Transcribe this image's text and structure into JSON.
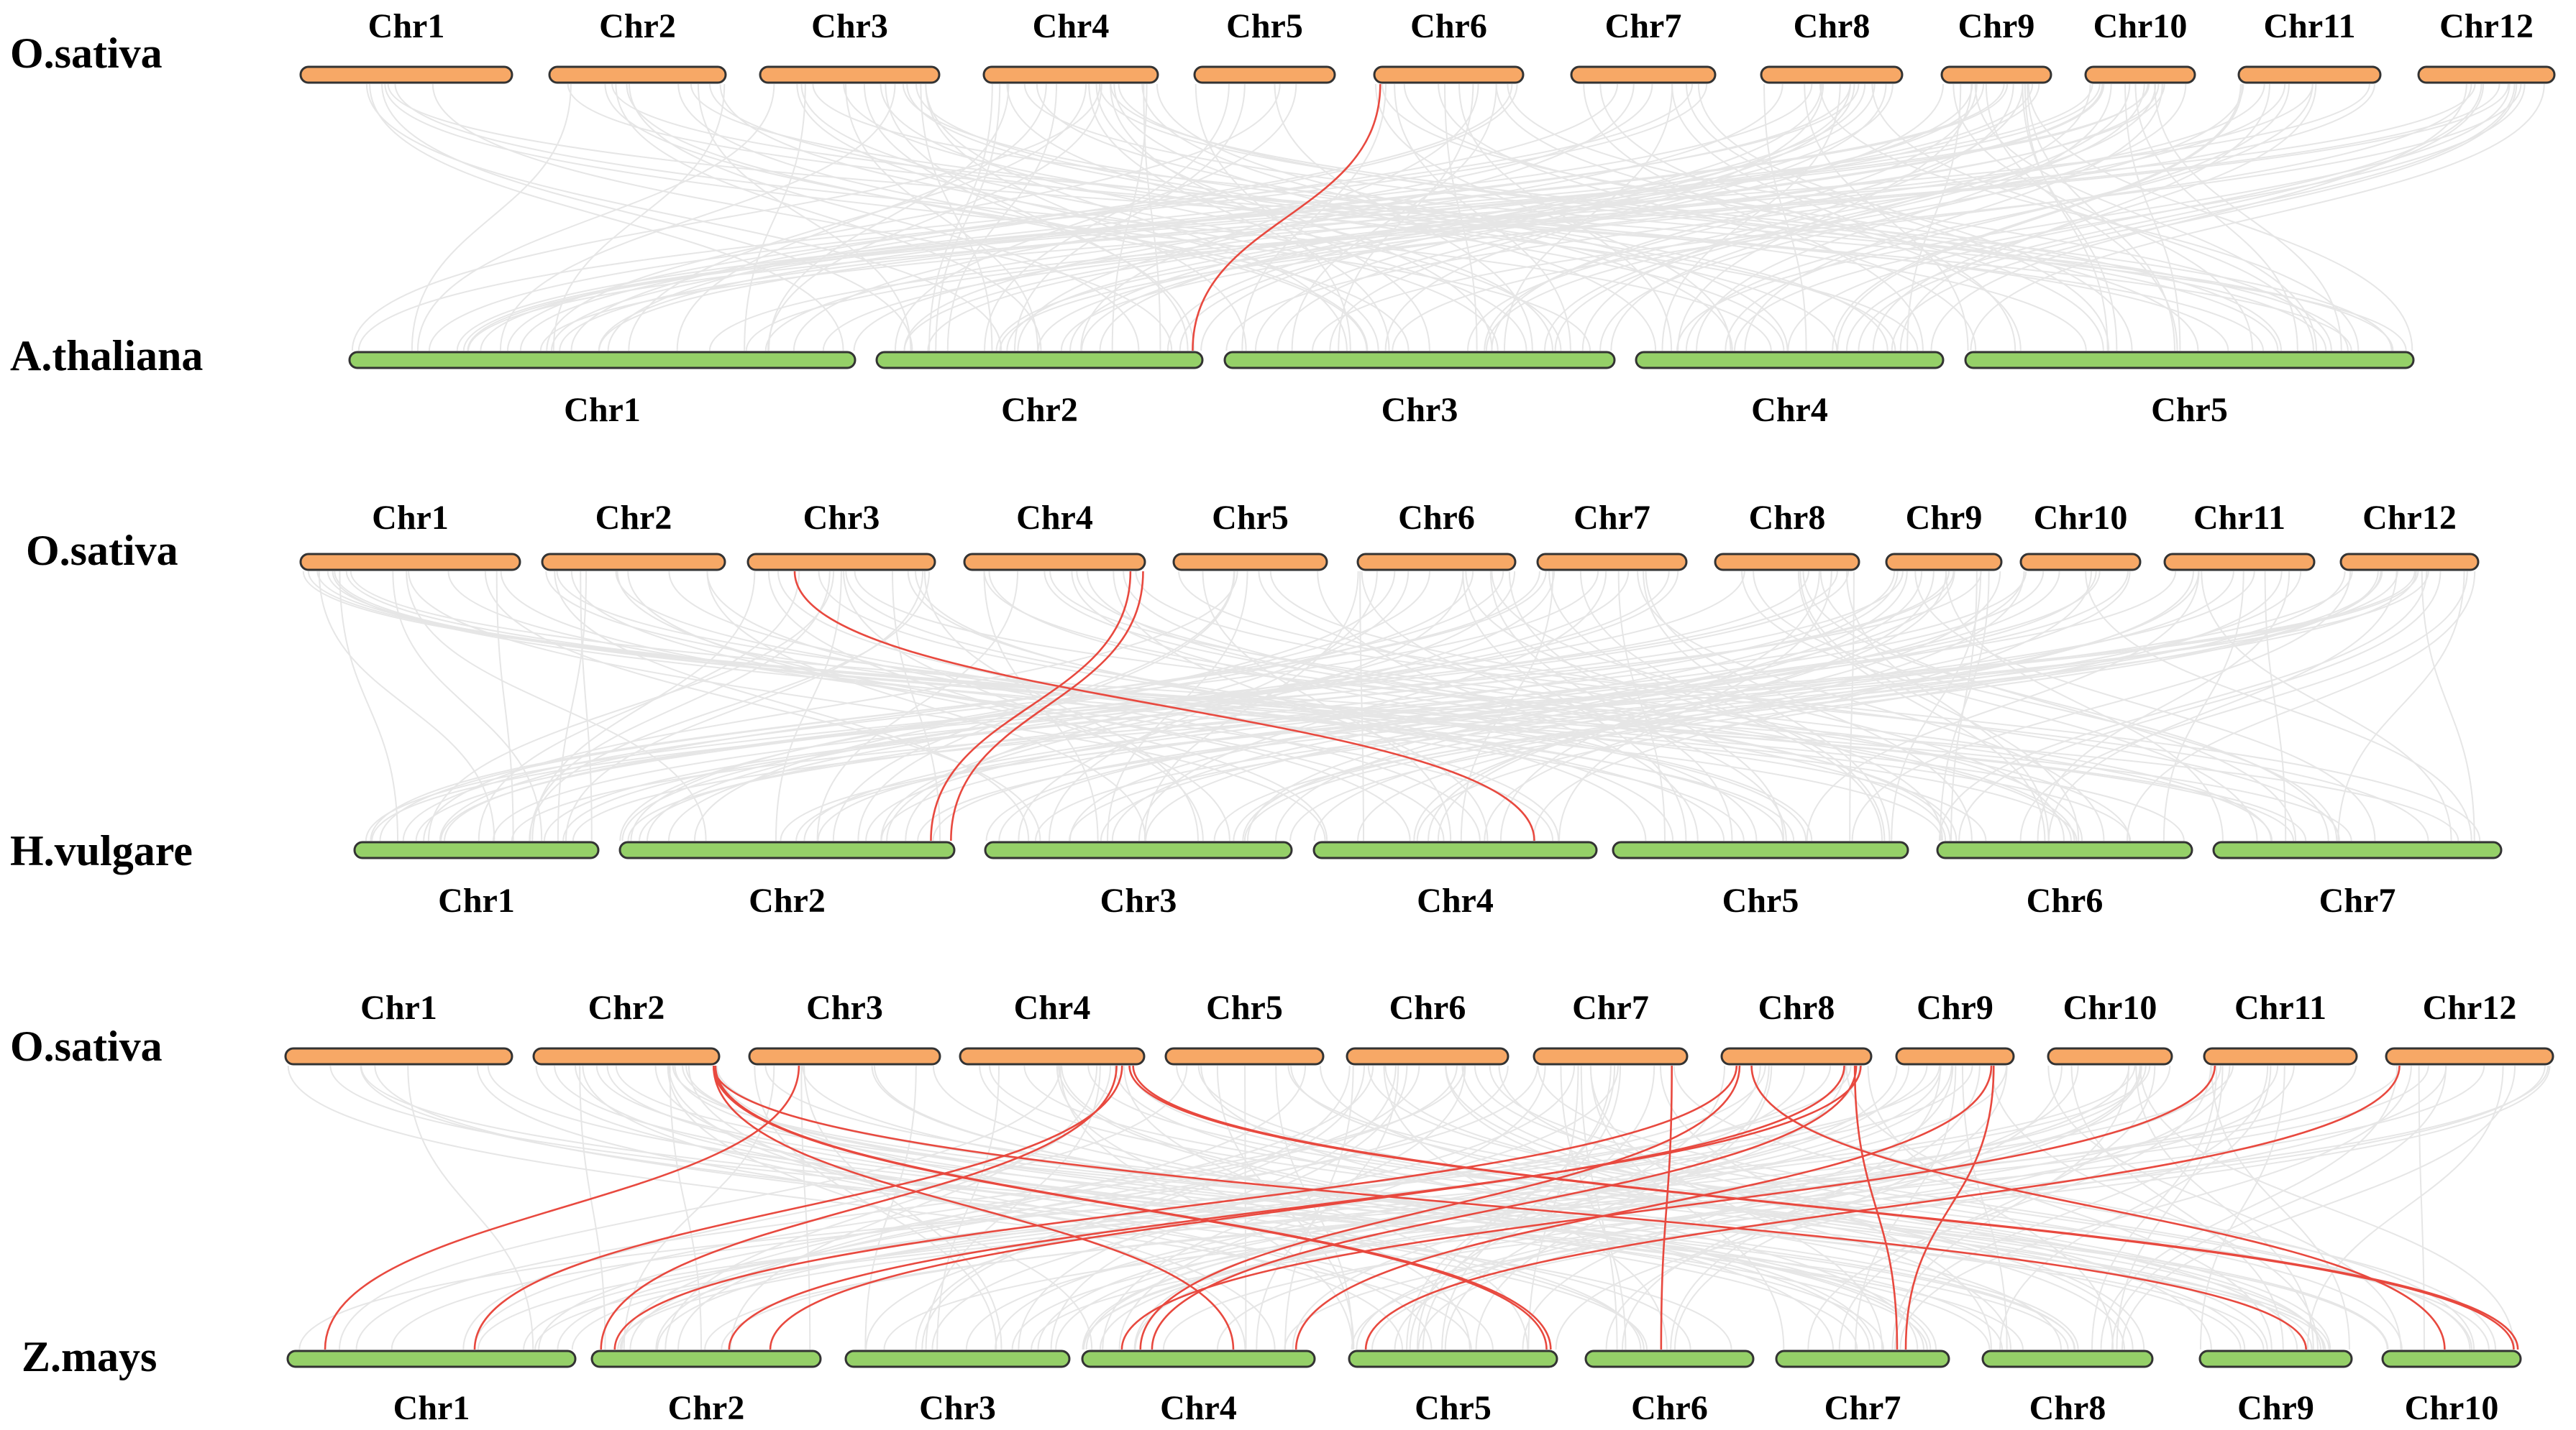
{
  "colors": {
    "rice": "#f7a866",
    "dicot_or_cereal": "#95d068",
    "highlight_link": "#e8493f",
    "background_link": "#e6e6e6"
  },
  "panels": [
    {
      "top_species": "O.sativa",
      "bottom_species": "A.thaliana",
      "top_chromosomes": [
        "Chr1",
        "Chr2",
        "Chr3",
        "Chr4",
        "Chr5",
        "Chr6",
        "Chr7",
        "Chr8",
        "Chr9",
        "Chr10",
        "Chr11",
        "Chr12"
      ],
      "bottom_chromosomes": [
        "Chr1",
        "Chr2",
        "Chr3",
        "Chr4",
        "Chr5"
      ],
      "highlighted_links": [
        [
          5,
          0.04,
          1,
          0.97
        ]
      ]
    },
    {
      "top_species": "O.sativa",
      "bottom_species": "H.vulgare",
      "top_chromosomes": [
        "Chr1",
        "Chr2",
        "Chr3",
        "Chr4",
        "Chr5",
        "Chr6",
        "Chr7",
        "Chr8",
        "Chr9",
        "Chr10",
        "Chr11",
        "Chr12"
      ],
      "bottom_chromosomes": [
        "Chr1",
        "Chr2",
        "Chr3",
        "Chr4",
        "Chr5",
        "Chr6",
        "Chr7"
      ],
      "highlighted_links": [
        [
          2,
          0.25,
          3,
          0.78
        ],
        [
          3,
          0.92,
          1,
          0.93
        ],
        [
          3,
          0.99,
          1,
          0.99
        ]
      ]
    },
    {
      "top_species": "O.sativa",
      "bottom_species": "Z.mays",
      "top_chromosomes": [
        "Chr1",
        "Chr2",
        "Chr3",
        "Chr4",
        "Chr5",
        "Chr6",
        "Chr7",
        "Chr8",
        "Chr9",
        "Chr10",
        "Chr11",
        "Chr12"
      ],
      "bottom_chromosomes": [
        "Chr1",
        "Chr2",
        "Chr3",
        "Chr4",
        "Chr5",
        "Chr6",
        "Chr7",
        "Chr8",
        "Chr9",
        "Chr10"
      ],
      "highlighted_links": [
        [
          2,
          0.26,
          0,
          0.13
        ],
        [
          1,
          0.97,
          3,
          0.65
        ],
        [
          1,
          0.97,
          4,
          0.95
        ],
        [
          1,
          0.98,
          4,
          0.97
        ],
        [
          1,
          0.97,
          8,
          0.7
        ],
        [
          3,
          0.85,
          1,
          0.04
        ],
        [
          3,
          0.88,
          0,
          0.65
        ],
        [
          3,
          0.92,
          9,
          0.95
        ],
        [
          3,
          0.94,
          9,
          0.98
        ],
        [
          6,
          0.9,
          5,
          0.45
        ],
        [
          7,
          0.1,
          1,
          0.1
        ],
        [
          7,
          0.12,
          3,
          0.25
        ],
        [
          7,
          0.82,
          1,
          0.78
        ],
        [
          7,
          0.9,
          3,
          0.3
        ],
        [
          7,
          0.93,
          1,
          0.6
        ],
        [
          7,
          0.89,
          6,
          0.7
        ],
        [
          7,
          0.2,
          9,
          0.45
        ],
        [
          8,
          0.81,
          3,
          0.92
        ],
        [
          8,
          0.83,
          6,
          0.75
        ],
        [
          10,
          0.07,
          3,
          0.17
        ],
        [
          11,
          0.08,
          4,
          0.08
        ]
      ]
    }
  ]
}
